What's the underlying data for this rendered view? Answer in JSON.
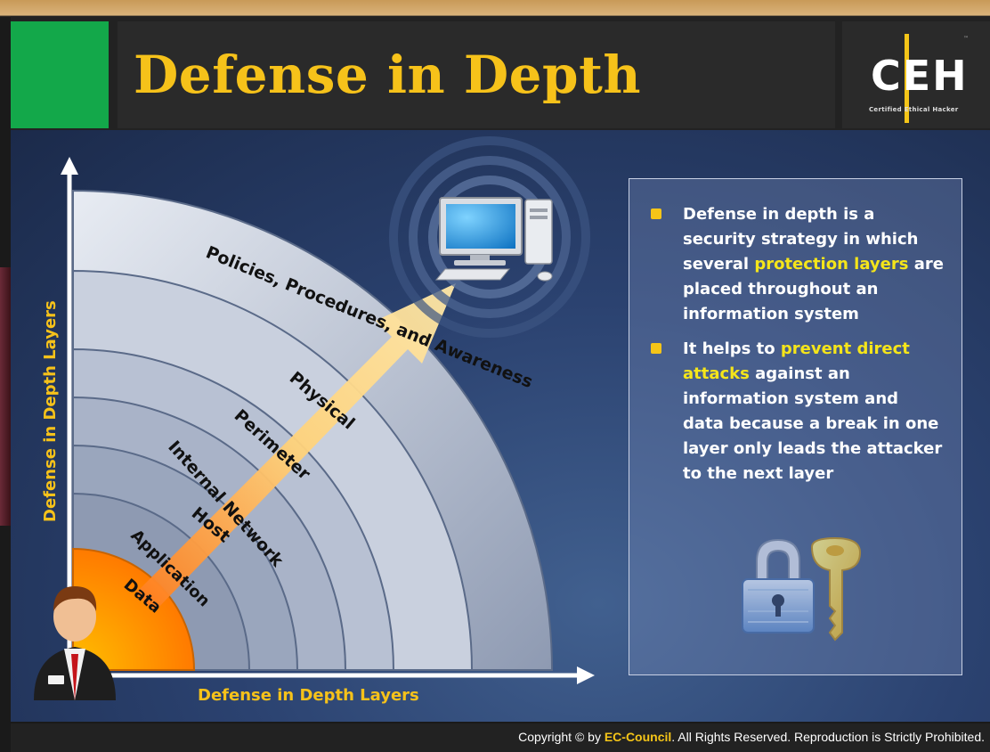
{
  "slide": {
    "title": "Defense in Depth",
    "logo": {
      "main": "CEH",
      "subtitle": "Certified  Ethical  Hacker",
      "tm": "™"
    }
  },
  "diagram": {
    "y_axis_label": "Defense in Depth Layers",
    "x_axis_label": "Defense in Depth Layers",
    "layers": [
      "Data",
      "Application",
      "Host",
      "Internal Network",
      "Perimeter",
      "Physical",
      "Policies, Procedures, and Awareness"
    ]
  },
  "info": {
    "bullet1": {
      "pre": "Defense in depth is a security strategy in which several ",
      "highlight": "protection layers",
      "post": " are placed throughout an information system"
    },
    "bullet2": {
      "pre": "It helps to ",
      "highlight": "prevent direct attacks",
      "post": " against an information system and data because a break in one layer only leads the attacker to the next layer"
    }
  },
  "footer": {
    "prefix": "Copyright © by ",
    "brand": "EC-Council",
    "suffix": ". All Rights Reserved. Reproduction is Strictly Prohibited."
  },
  "colors": {
    "title": "#f6c21a",
    "highlight": "#f5e51a",
    "accent_green": "#13a84a"
  },
  "icons": [
    "computer-icon",
    "person-icon",
    "padlock-icon",
    "key-icon"
  ]
}
